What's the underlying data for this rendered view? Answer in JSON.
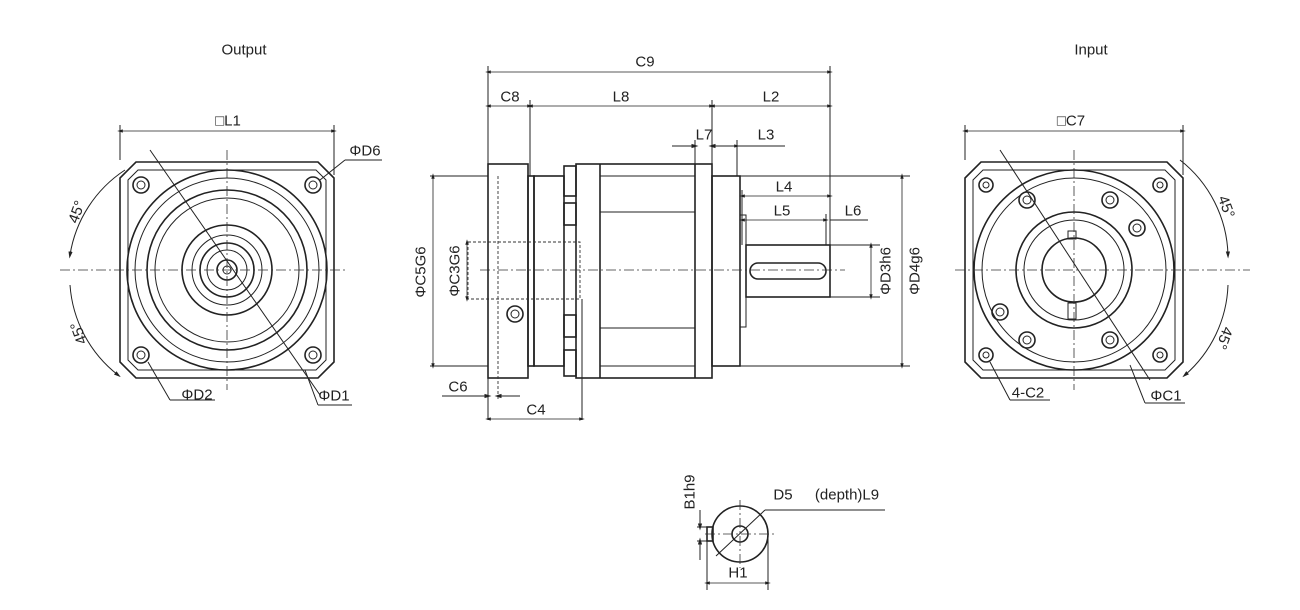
{
  "output_view": {
    "title": "Output",
    "square_label": "□L1",
    "labels": {
      "d6": "ΦD6",
      "d2": "ΦD2",
      "d1": "ΦD1",
      "angle_top": "45°",
      "angle_bottom": "45°"
    }
  },
  "side_view": {
    "labels": {
      "c9": "C9",
      "c8": "C8",
      "l8": "L8",
      "l2": "L2",
      "l7": "L7",
      "l3": "L3",
      "l4": "L4",
      "l5": "L5",
      "l6": "L6",
      "c5": "ΦC5G6",
      "c3": "ΦC3G6",
      "d3": "ΦD3h6",
      "d4": "ΦD4g6",
      "c6": "C6",
      "c4": "C4"
    }
  },
  "input_view": {
    "title": "Input",
    "square_label": "□C7",
    "labels": {
      "c2": "4-C2",
      "c1": "ΦC1",
      "angle_top": "45°",
      "angle_bottom": "45°"
    }
  },
  "shaft_section": {
    "labels": {
      "b1": "B1h9",
      "d5": "D5",
      "l9": "(depth)L9",
      "h1": "H1"
    }
  }
}
